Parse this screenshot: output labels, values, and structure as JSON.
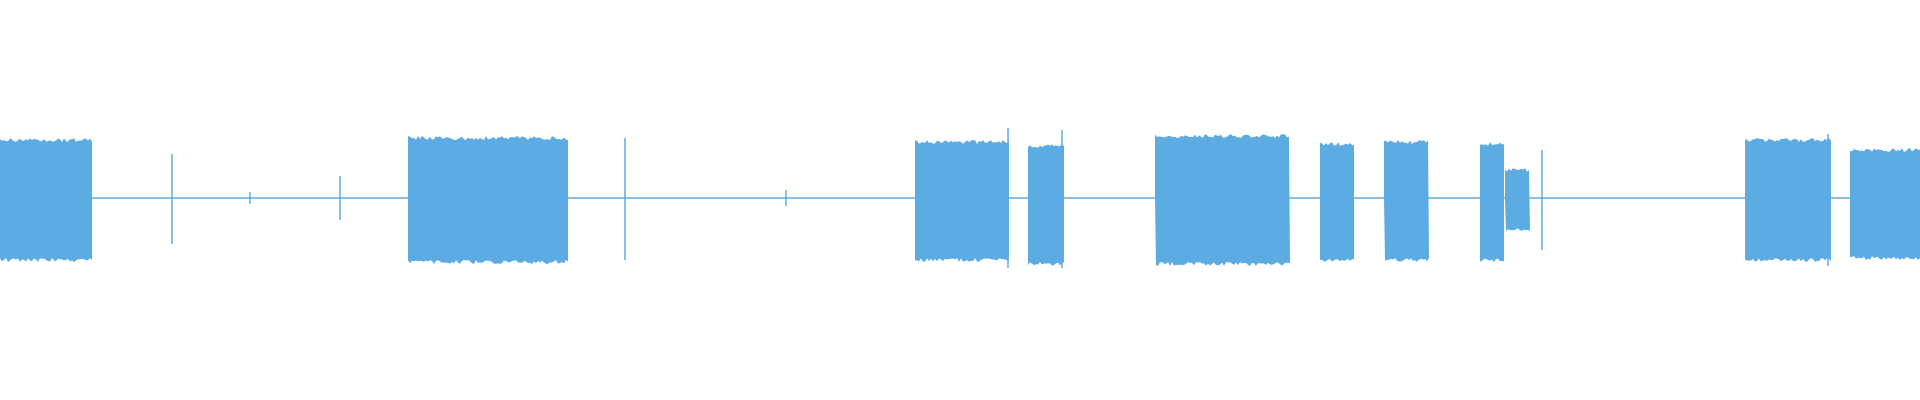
{
  "waveform": {
    "color": "#5DABE3",
    "baseline_color": "#5DABE3",
    "blocks": [
      {
        "shape": "rect-block"
      },
      {
        "shape": "rect-block"
      },
      {
        "shape": "rect-block"
      },
      {
        "shape": "rect-block"
      },
      {
        "shape": "rect-block"
      },
      {
        "shape": "rect-block"
      },
      {
        "shape": "rect-block"
      },
      {
        "shape": "rect-block"
      },
      {
        "shape": "rect-block"
      },
      {
        "shape": "rect-block"
      },
      {
        "shape": "rect-block"
      },
      {
        "shape": "rect-block"
      },
      {
        "shape": "rect-block"
      },
      {
        "shape": "rect-block"
      }
    ]
  }
}
